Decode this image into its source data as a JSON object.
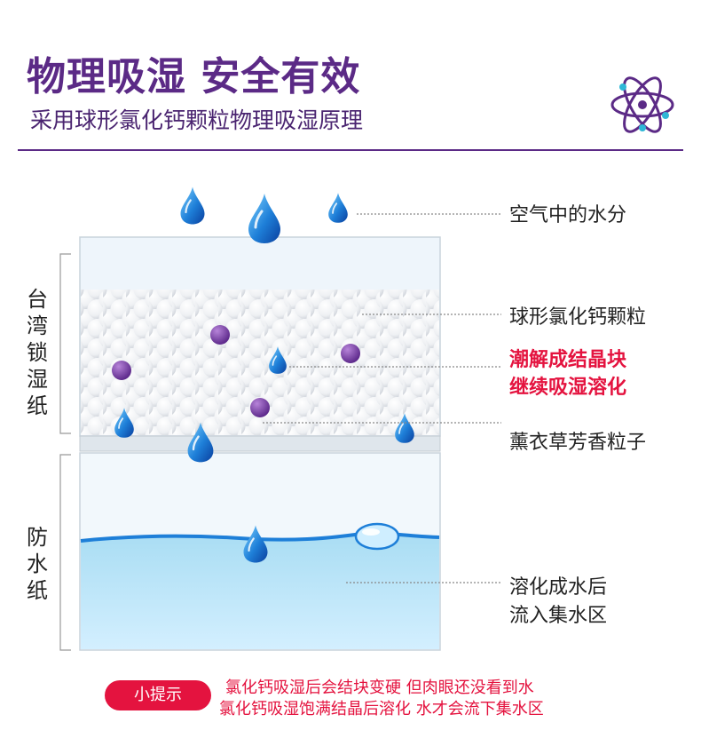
{
  "header": {
    "title": "物理吸湿 安全有效",
    "subtitle": "采用球形氯化钙颗粒物理吸湿原理",
    "icon": "atom-icon"
  },
  "side_labels": {
    "taiwan_paper": "台湾锁湿纸",
    "waterproof_paper": "防水纸"
  },
  "labels": {
    "air_moisture": "空气中的水分",
    "granules": "球形氯化钙颗粒",
    "tide_line1": "潮解成结晶块",
    "tide_line2": "继续吸湿溶化",
    "lavender": "薰衣草芳香粒子",
    "dissolve_line1": "溶化成水后",
    "dissolve_line2": "流入集水区"
  },
  "tip": {
    "badge": "小提示",
    "line1": "氯化钙吸湿后会结块变硬 但肉眼还没看到水",
    "line2": "氯化钙吸湿饱满结晶后溶化 水才会流下集水区"
  },
  "colors": {
    "brand_purple": "#5b2a86",
    "highlight_red": "#e4133f",
    "water_blue": "#1e7fd8",
    "lavender_particle": "#7b3fa6"
  }
}
